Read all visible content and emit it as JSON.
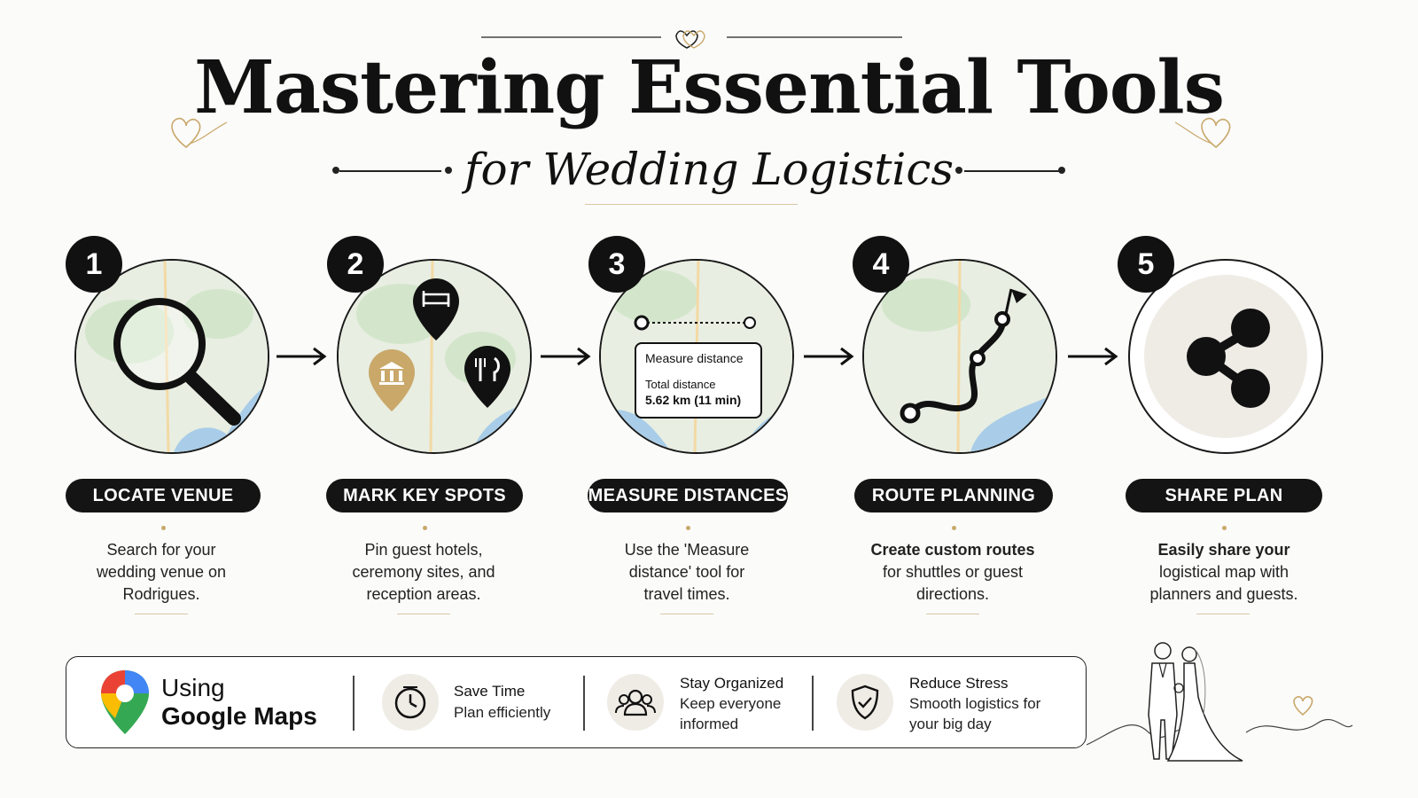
{
  "header": {
    "title": "Mastering Essential Tools",
    "subtitle": "for Wedding Logistics"
  },
  "steps": [
    {
      "number": "1",
      "label": "LOCATE VENUE",
      "desc_lines": [
        "Search for your",
        "wedding venue on",
        "Rodrigues."
      ]
    },
    {
      "number": "2",
      "label": "MARK KEY SPOTS",
      "desc_lines": [
        "Pin guest hotels,",
        "ceremony sites, and",
        "reception areas."
      ]
    },
    {
      "number": "3",
      "label": "MEASURE DISTANCES",
      "desc_lines": [
        "Use the 'Measure",
        "distance' tool for",
        "travel times."
      ]
    },
    {
      "number": "4",
      "label": "ROUTE PLANNING",
      "desc_lines": [
        "Create custom routes",
        "for shuttles or guest",
        "directions."
      ]
    },
    {
      "number": "5",
      "label": "SHARE PLAN",
      "desc_lines": [
        "Easily share your",
        "logistical map with",
        "planners and guests."
      ]
    }
  ],
  "measure_box": {
    "title": "Measure distance",
    "total_label": "Total distance",
    "total_value": "5.62 km (11 min)"
  },
  "footer": {
    "brand_line1": "Using",
    "brand_line2": "Google Maps",
    "features": [
      {
        "icon": "clock-icon",
        "title": "Save Time",
        "sub_lines": [
          "Plan efficiently"
        ]
      },
      {
        "icon": "people-icon",
        "title": "Stay Organized",
        "sub_lines": [
          "Keep everyone",
          "informed"
        ]
      },
      {
        "icon": "shield-check-icon",
        "title": "Reduce Stress",
        "sub_lines": [
          "Smooth logistics for",
          "your big day"
        ]
      }
    ]
  },
  "colors": {
    "accent_gold": "#c9a86a",
    "ink": "#111111",
    "map_land": "#e6ecdf",
    "map_water": "#a9cde8"
  }
}
